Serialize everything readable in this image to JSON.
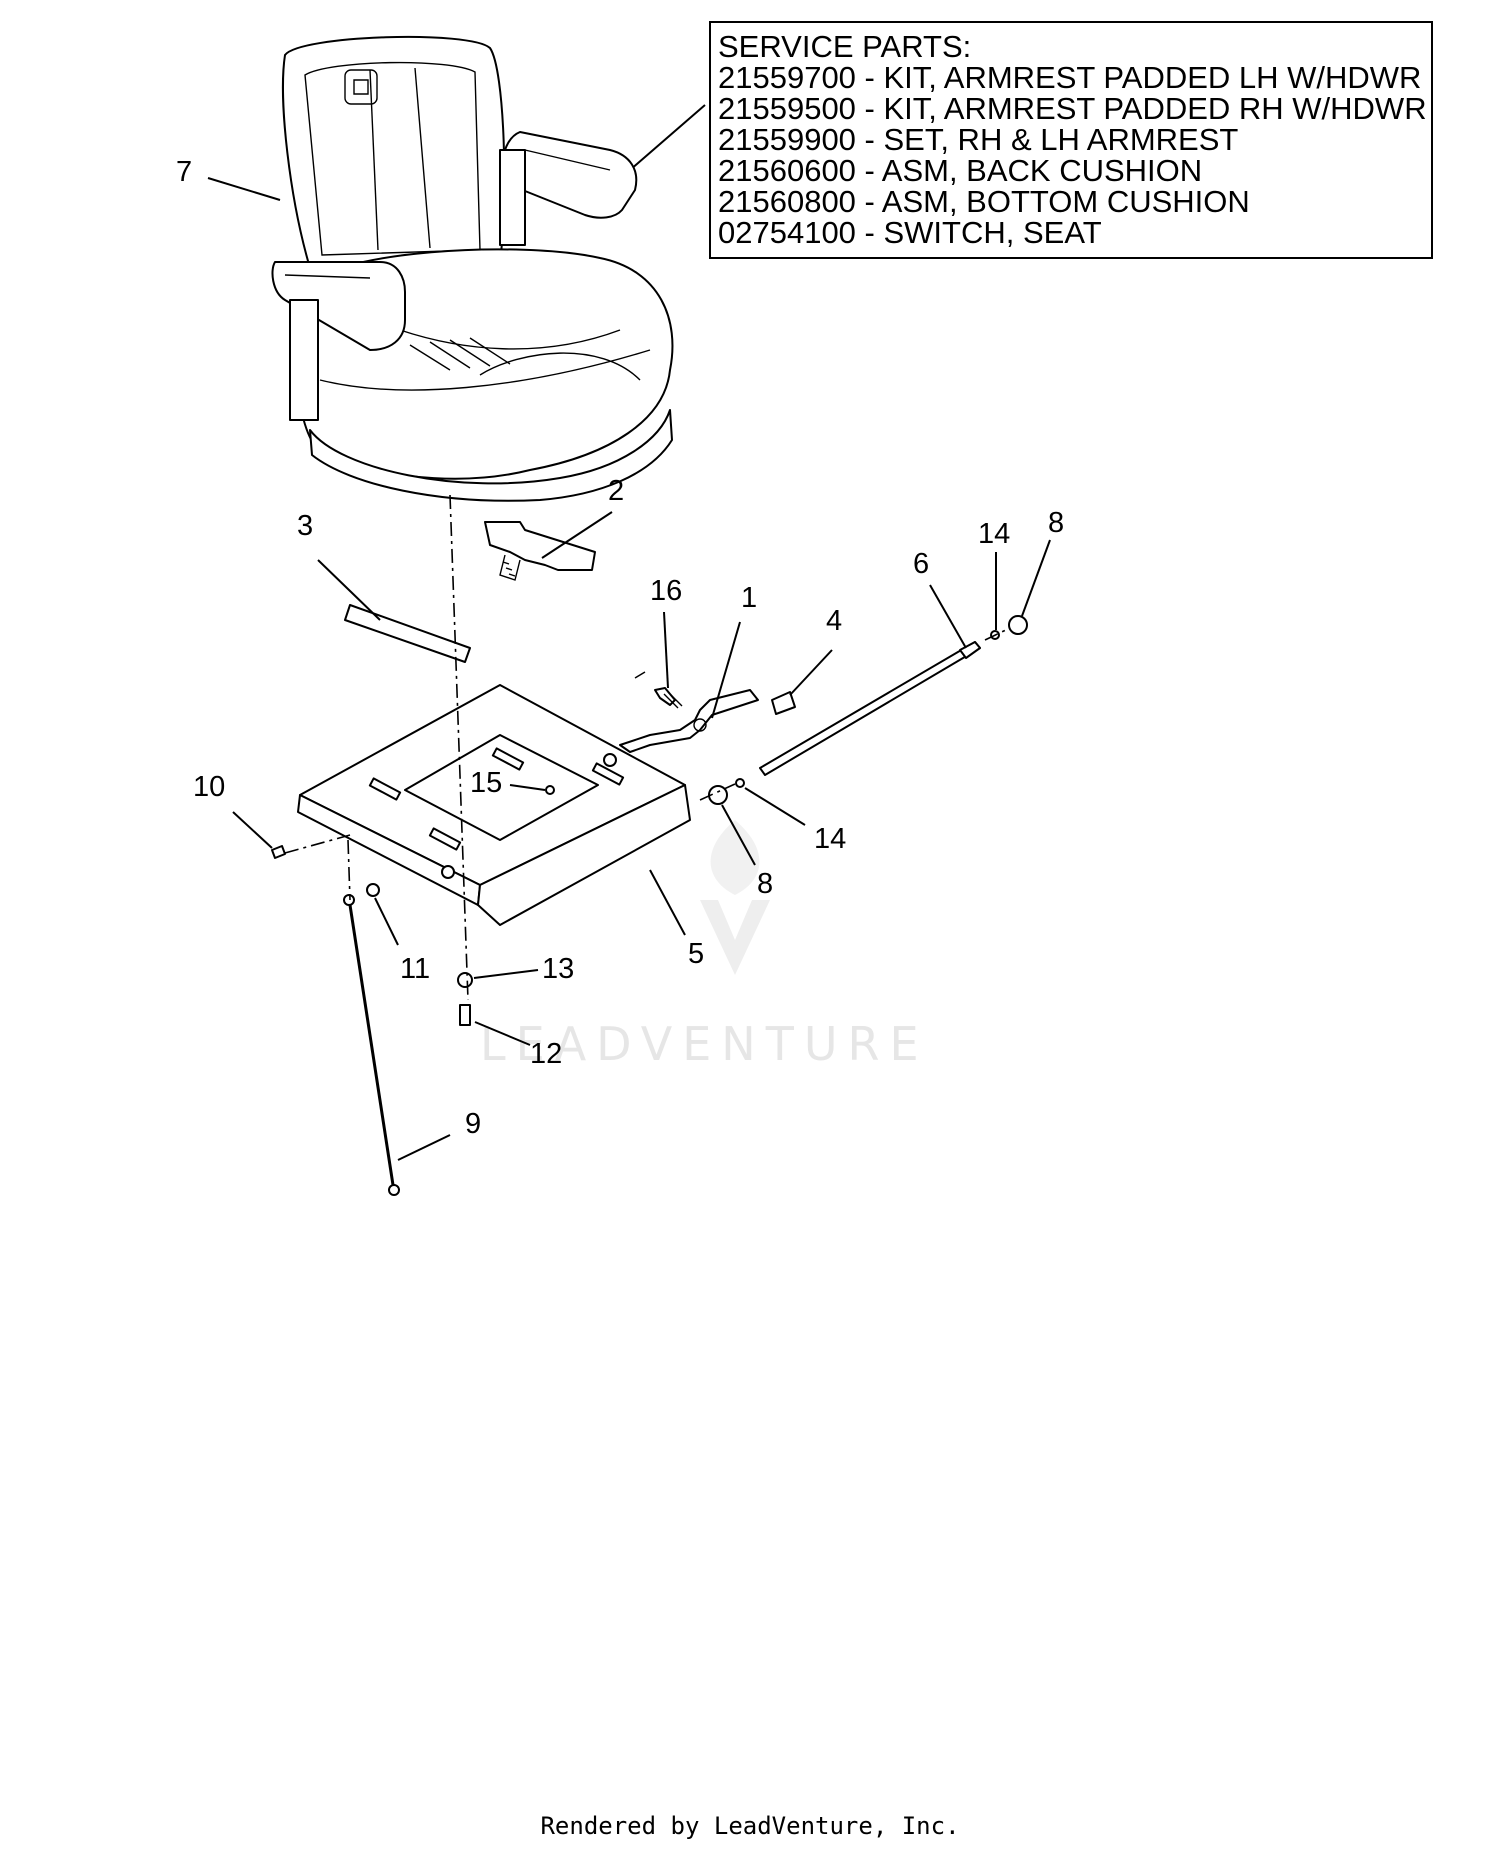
{
  "service_box": {
    "title": "SERVICE PARTS:",
    "lines": [
      "21559700 - KIT, ARMREST PADDED LH W/HDWR",
      "21559500 - KIT, ARMREST PADDED RH W/HDWR",
      "21559900 - SET, RH & LH ARMREST",
      "21560600 - ASM, BACK CUSHION",
      "21560800 - ASM, BOTTOM CUSHION",
      "02754100 - SWITCH, SEAT"
    ]
  },
  "callouts": {
    "c7": "7",
    "c2": "2",
    "c3": "3",
    "c16": "16",
    "c1": "1",
    "c4": "4",
    "c6": "6",
    "c14a": "14",
    "c8a": "8",
    "c10": "10",
    "c15": "15",
    "c14b": "14",
    "c8b": "8",
    "c5": "5",
    "c11": "11",
    "c13": "13",
    "c12": "12",
    "c9": "9"
  },
  "watermark": "LEADVENTURE",
  "footer": "Rendered by LeadVenture, Inc."
}
